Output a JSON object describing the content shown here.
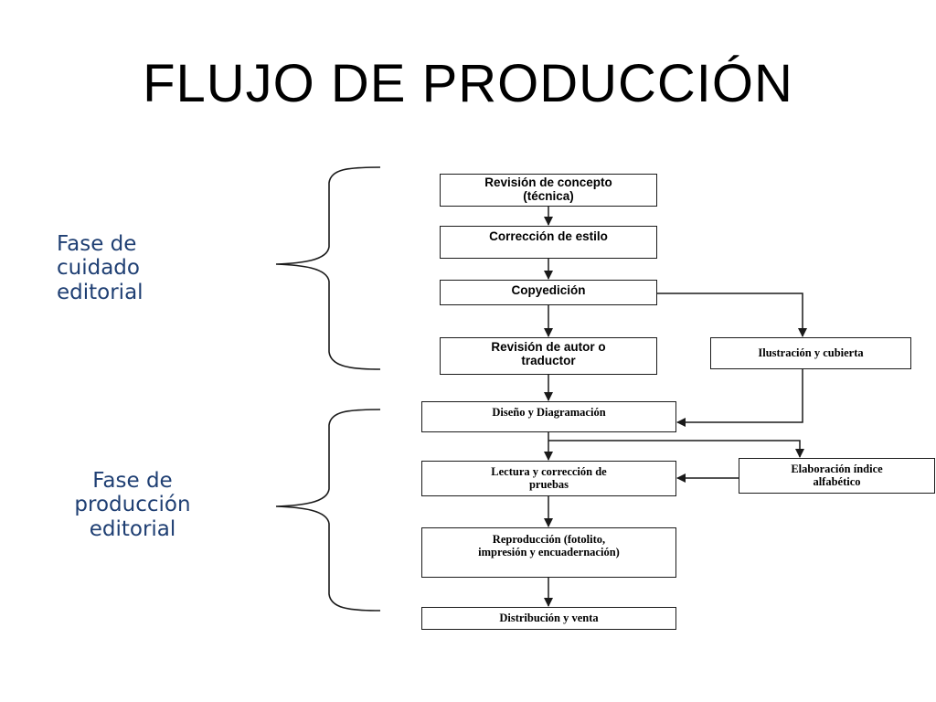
{
  "title": "FLUJO DE PRODUCCIÓN",
  "phases": {
    "editorial_care": [
      "Fase de",
      "cuidado",
      "editorial"
    ],
    "editorial_production": [
      "Fase de",
      "producción",
      "editorial"
    ]
  },
  "steps": {
    "revision_concepto": [
      "Revisión de concepto",
      "(técnica)"
    ],
    "correccion_estilo": [
      "Corrección de estilo"
    ],
    "copyedicion": [
      "Copyedición"
    ],
    "revision_autor": [
      "Revisión de autor o",
      "traductor"
    ],
    "ilustracion": [
      "Ilustración y cubierta"
    ],
    "diseno": [
      "Diseño y Diagramación"
    ],
    "lectura": [
      "Lectura y corrección de",
      "pruebas"
    ],
    "indice": [
      "Elaboración índice",
      "alfabético"
    ],
    "reproduccion": [
      "Reproducción (fotolito,",
      "impresión y encuadernación)"
    ],
    "distribucion": [
      "Distribución y venta"
    ]
  },
  "colors": {
    "phase_text": "#1f3f73",
    "lines": "#1a1a1a"
  }
}
